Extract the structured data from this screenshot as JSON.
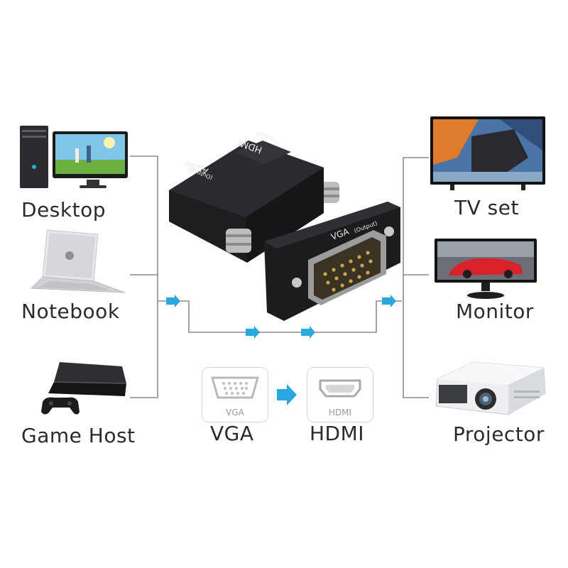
{
  "inputs": [
    {
      "label": "Desktop",
      "icon": "desktop-computer-icon"
    },
    {
      "label": "Notebook",
      "icon": "laptop-icon"
    },
    {
      "label": "Game Host",
      "icon": "game-console-icon"
    }
  ],
  "outputs": [
    {
      "label": "TV set",
      "icon": "tv-icon"
    },
    {
      "label": "Monitor",
      "icon": "monitor-icon"
    },
    {
      "label": "Projector",
      "icon": "projector-icon"
    }
  ],
  "adapter": {
    "top_port_line1": "HDMI",
    "top_port_line2": "(Input)",
    "audio_line1": "Audio",
    "audio_line2": "(Output)",
    "vga_port_line1": "VGA",
    "vga_port_line2": "(Output)"
  },
  "conversion": {
    "from_caption": "VGA",
    "from_label": "VGA",
    "to_caption": "HDMI",
    "to_label": "HDMI"
  },
  "colors": {
    "wire": "#8c8c8c",
    "arrow": "#29a8e0",
    "adapter_body": "#1d1e20",
    "label": "#2b2b2b"
  }
}
